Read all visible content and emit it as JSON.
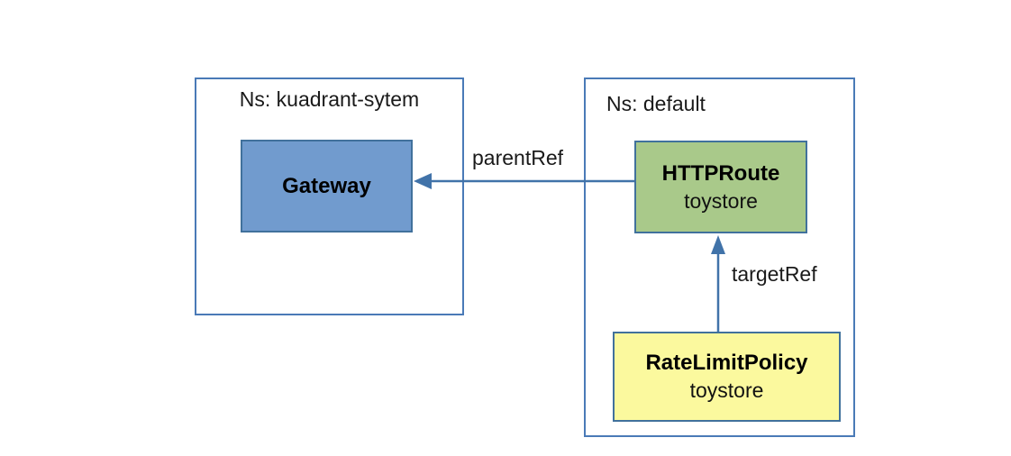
{
  "diagram": {
    "namespaces": [
      {
        "label": "Ns: kuadrant-sytem",
        "nodes": [
          {
            "title": "Gateway"
          }
        ]
      },
      {
        "label": "Ns: default",
        "nodes": [
          {
            "title": "HTTPRoute",
            "subtitle": "toystore"
          },
          {
            "title": "RateLimitPolicy",
            "subtitle": "toystore"
          }
        ]
      }
    ],
    "edges": [
      {
        "label": "parentRef",
        "from": "HTTPRoute",
        "to": "Gateway"
      },
      {
        "label": "targetRef",
        "from": "RateLimitPolicy",
        "to": "HTTPRoute"
      }
    ],
    "colors": {
      "gateway_fill": "#719bce",
      "httproute_fill": "#a9c98a",
      "ratelimitpolicy_fill": "#fbf99e",
      "line_blue": "#4173a9",
      "node_border": "#41719c",
      "namespace_border": "#4a7ab7",
      "background": "#ffffff"
    }
  }
}
